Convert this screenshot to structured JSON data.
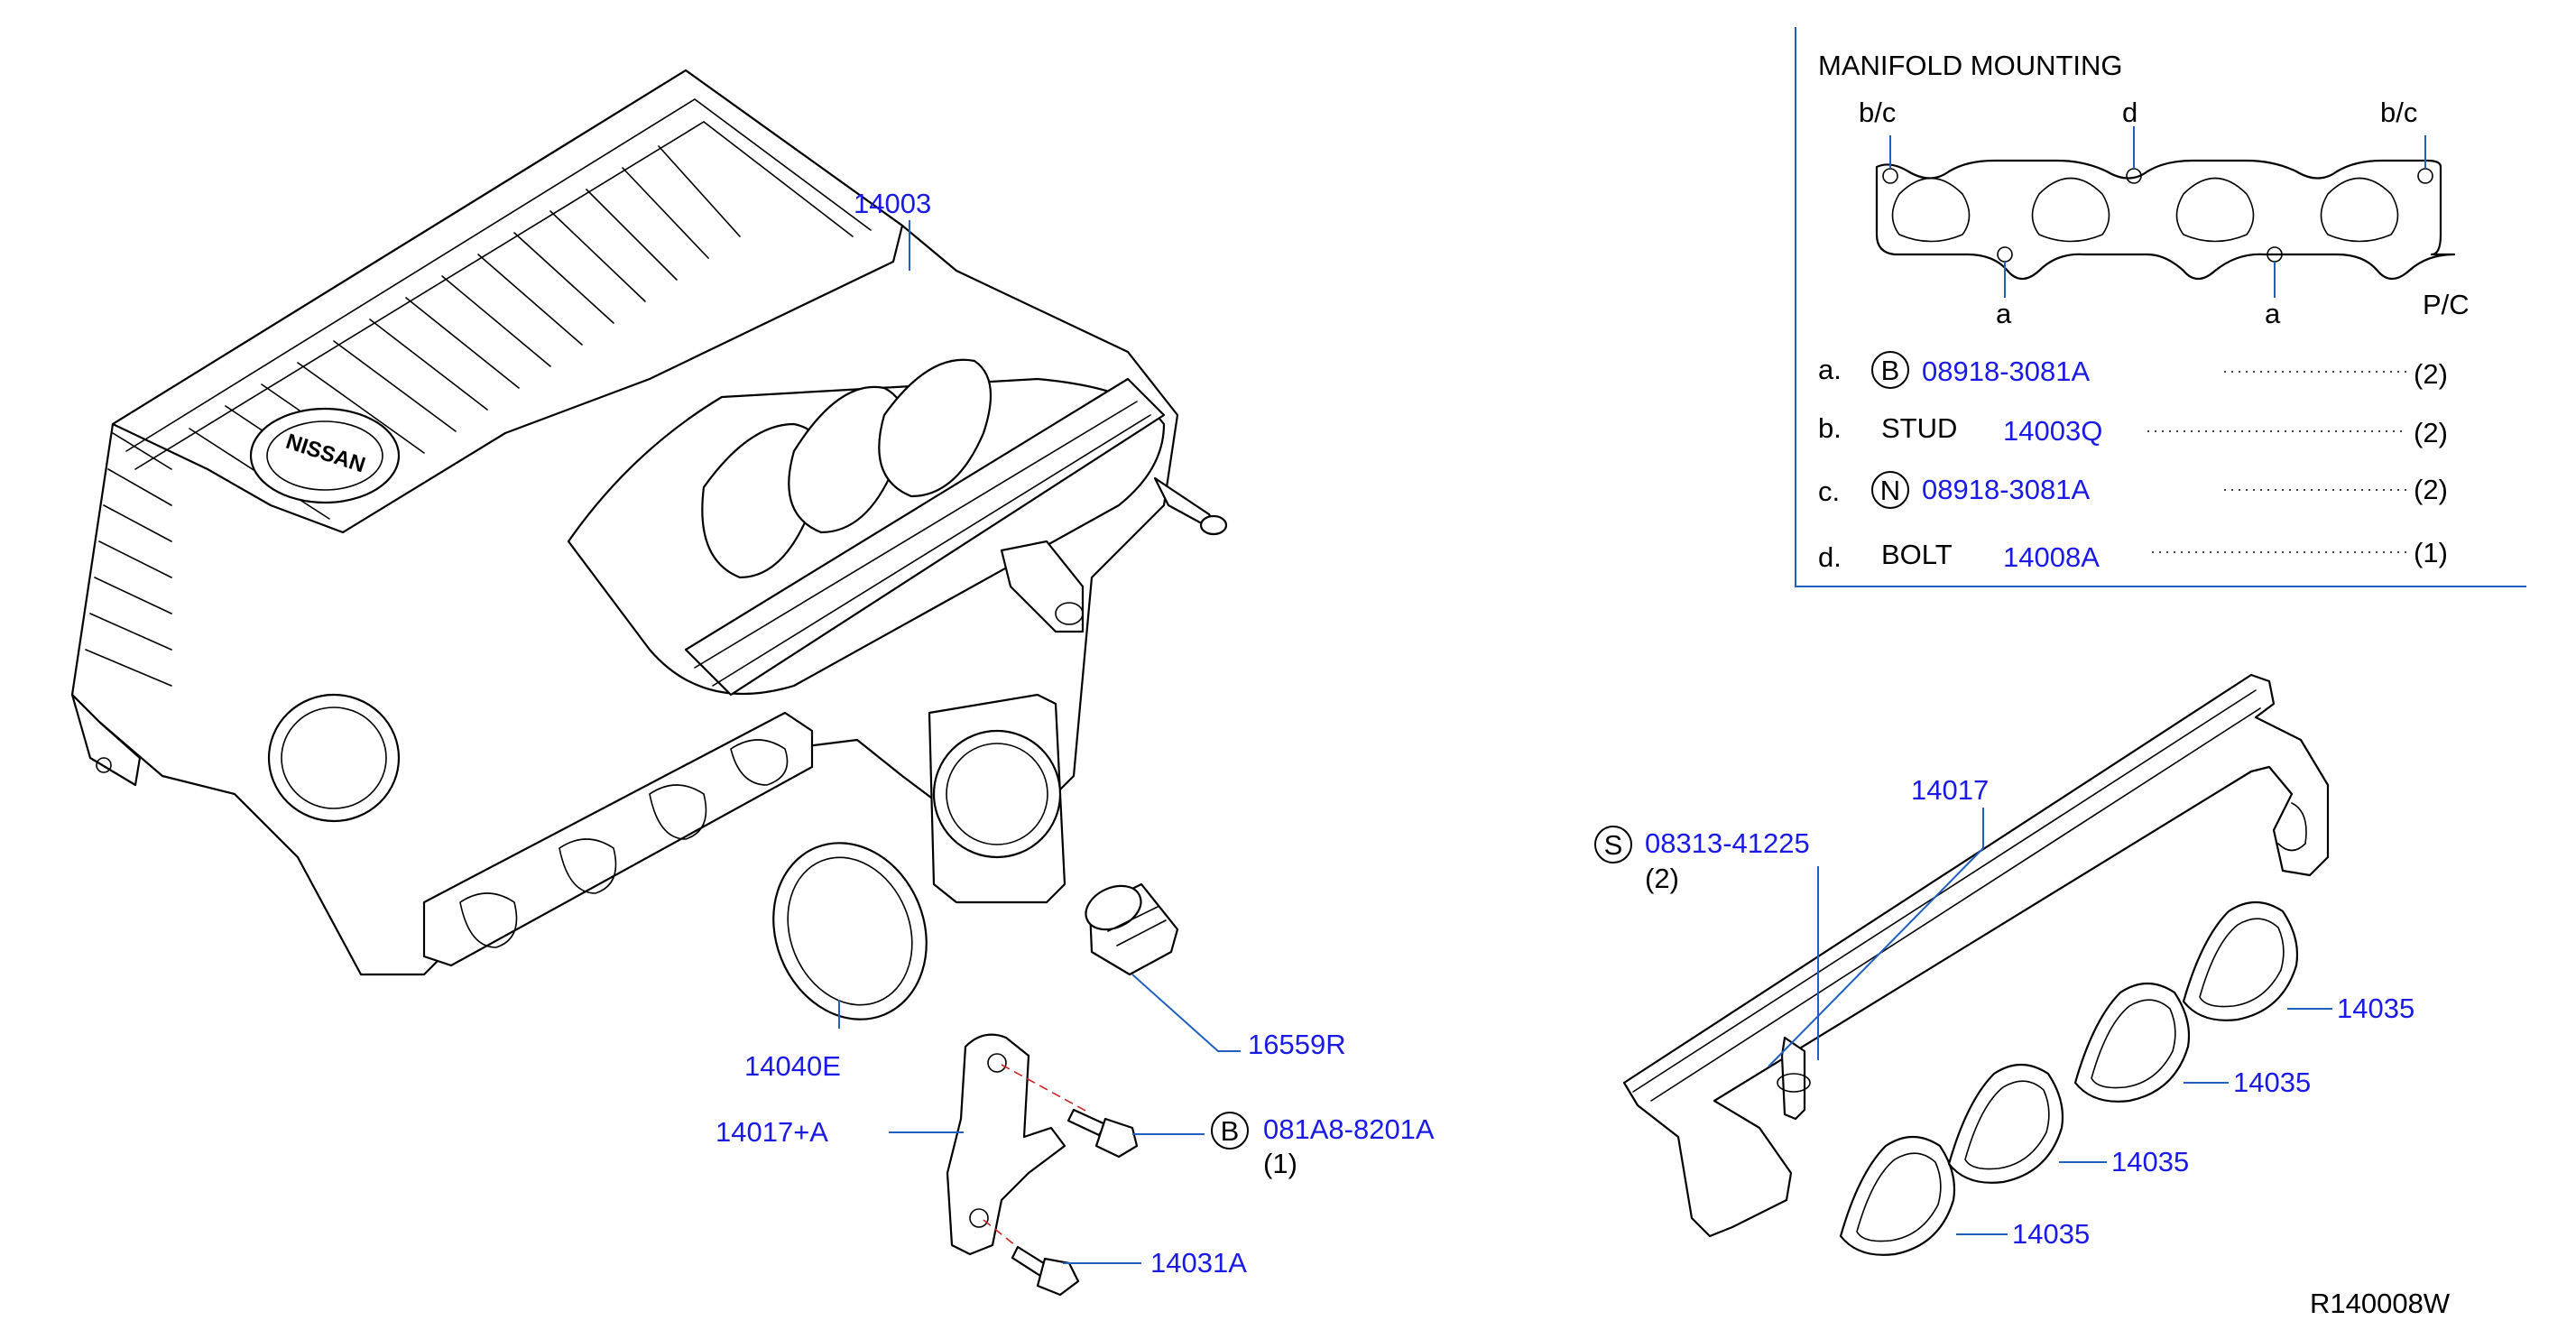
{
  "parts": {
    "p14003": "14003",
    "p14040E": "14040E",
    "p16559R": "16559R",
    "p14017A": "14017+A",
    "p081A8": "081A8-8201A",
    "p081A8_qty": "(1)",
    "p14031A": "14031A",
    "p14017": "14017",
    "p08313": "08313-41225",
    "p08313_qty": "(2)",
    "p14035": "14035",
    "brand": "NISSAN"
  },
  "symbols": {
    "B": "B",
    "N": "N",
    "S": "S"
  },
  "mounting": {
    "title": "MANIFOLD   MOUNTING",
    "pos_bc_left": "b/c",
    "pos_d": "d",
    "pos_bc_right": "b/c",
    "pos_a": "a",
    "pc": "P/C",
    "rows": [
      {
        "key": "a.",
        "sym": "B",
        "word": "",
        "part": "08918-3081A",
        "qty": "(2)"
      },
      {
        "key": "b.",
        "sym": "",
        "word": "STUD",
        "part": "14003Q",
        "qty": "(2)"
      },
      {
        "key": "c.",
        "sym": "N",
        "word": "",
        "part": "08918-3081A",
        "qty": "(2)"
      },
      {
        "key": "d.",
        "sym": "",
        "word": "BOLT",
        "part": "14008A",
        "qty": "(1)"
      }
    ]
  },
  "diagram_code": "R140008W"
}
